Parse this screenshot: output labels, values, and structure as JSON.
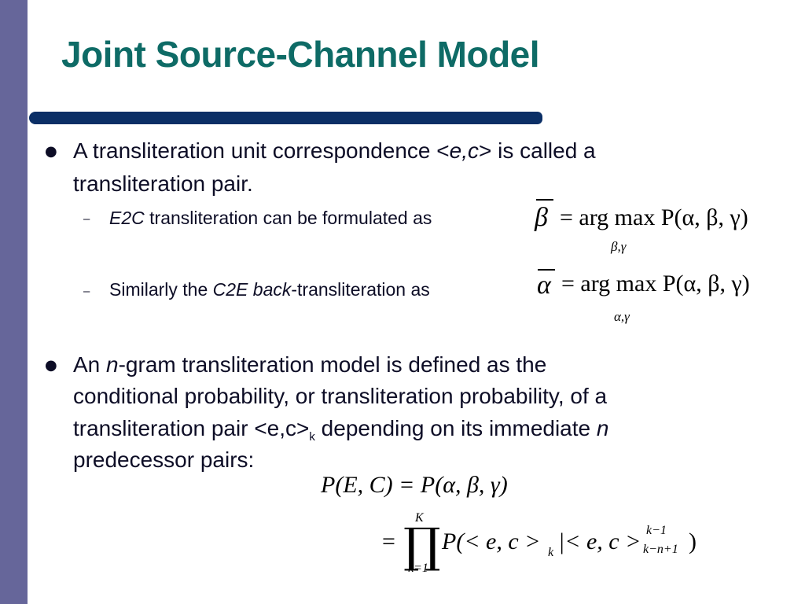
{
  "slide": {
    "title": "Joint Source-Channel Model",
    "bullet1": {
      "text_a": "A transliteration unit correspondence  <",
      "text_em": "e,c",
      "text_b": "> is called a",
      "text_line2": "transliteration pair."
    },
    "sub1": {
      "em": "E2C",
      "text": " transliteration can be formulated as"
    },
    "sub2": {
      "text_a": "Similarly the ",
      "em1": "C2E back",
      "text_b": "-transliteration as"
    },
    "bullet2": {
      "line1_a": "An ",
      "line1_em": "n",
      "line1_b": "-gram transliteration model is defined as the",
      "line2": "conditional probability, or transliteration probability, of a",
      "line3_a": "transliteration pair <e,c>",
      "line3_sub": "k",
      "line3_b": " depending on its immediate ",
      "line3_em": "n",
      "line4": "predecessor pairs:"
    },
    "eq1": {
      "lhs": "β",
      "rhs": "= arg max P(α, β, γ)",
      "under": "β,γ"
    },
    "eq2": {
      "lhs": "α",
      "rhs": "= arg max P(α, β, γ)",
      "under": "α,γ"
    },
    "eq3": {
      "line1": "P(E, C) = P(α, β, γ)",
      "eq_sign": "=",
      "prod": "∏",
      "prod_top": "K",
      "prod_bottom": "k=1",
      "term": "P(< e, c >",
      "term_sub_k": "k",
      "term_mid": "|< e, c >",
      "sup": "k−1",
      "sub": "k−n+1",
      "close": ")"
    },
    "colors": {
      "title": "#0e6b66",
      "left_bar": "#66669a",
      "rule": "#0b2f66",
      "text": "#0d0d26"
    }
  }
}
